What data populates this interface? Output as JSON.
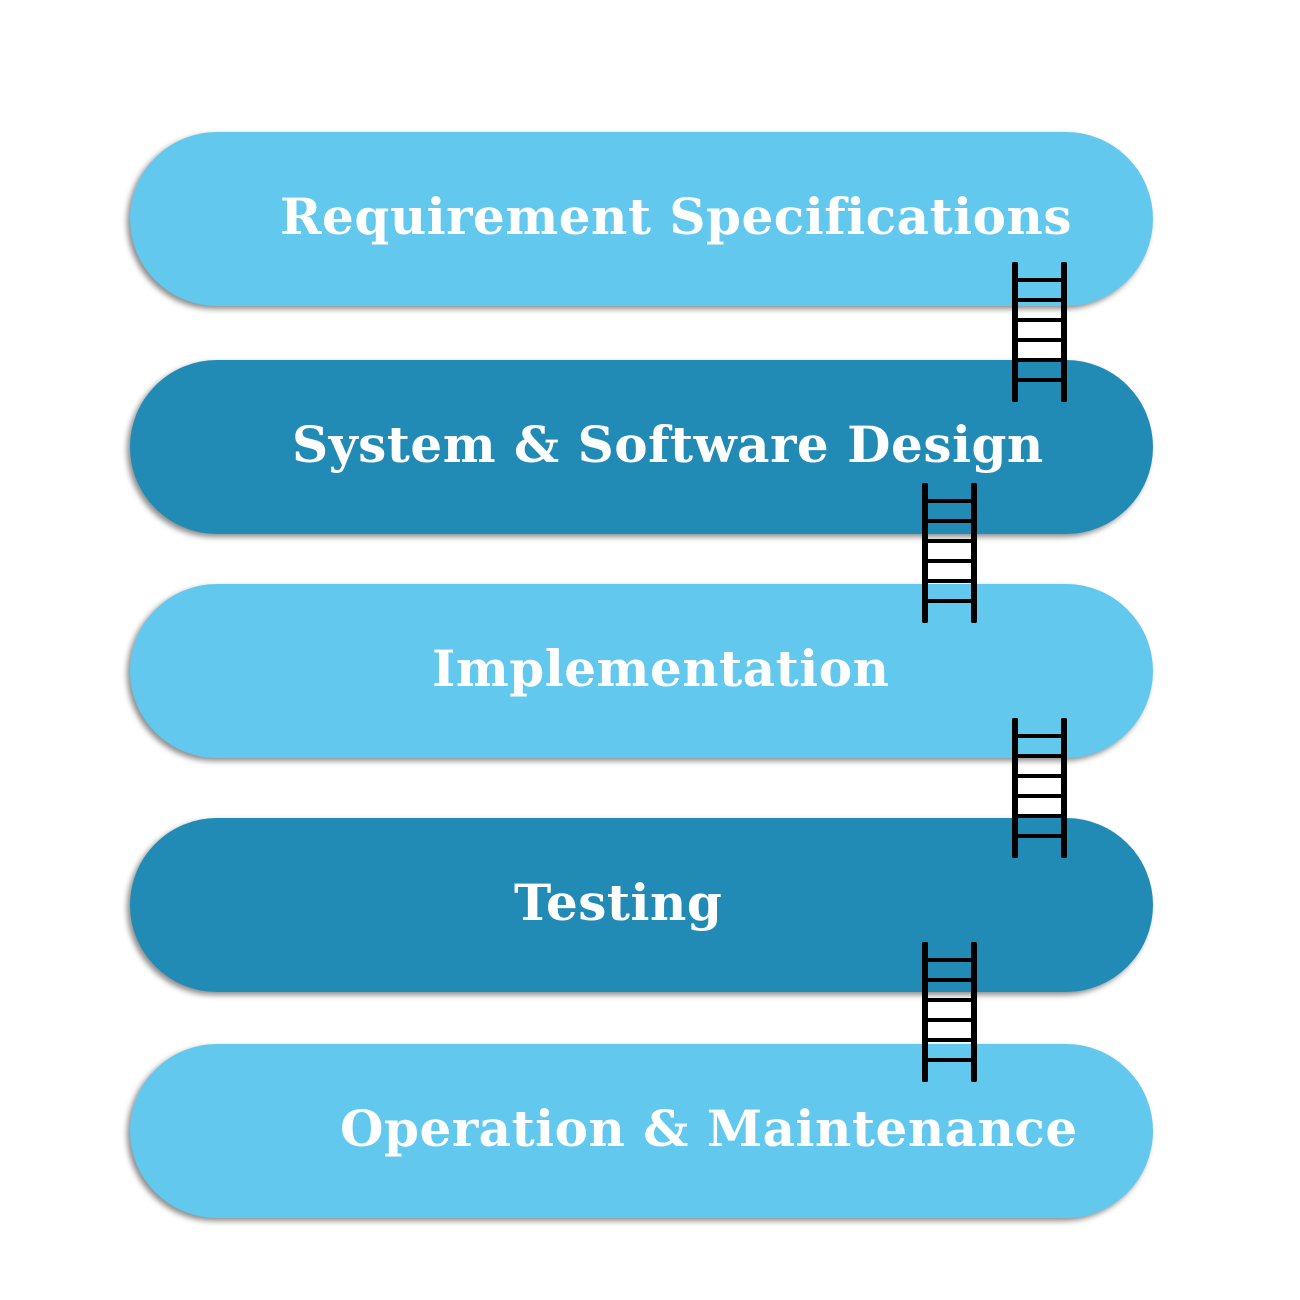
{
  "colors": {
    "light_stage": "#62c8ee",
    "dark_stage": "#228bb5",
    "label_text": "#ffffff",
    "ladder": "#000000"
  },
  "stages": [
    {
      "label": "Requirement Specifications",
      "tone": "light"
    },
    {
      "label": "System & Software Design",
      "tone": "dark"
    },
    {
      "label": "Implementation",
      "tone": "light"
    },
    {
      "label": "Testing",
      "tone": "dark"
    },
    {
      "label": "Operation & Maintenance",
      "tone": "light"
    }
  ],
  "connectors": [
    {
      "icon": "ladder-icon",
      "from": "Requirement Specifications",
      "to": "System & Software Design"
    },
    {
      "icon": "ladder-icon",
      "from": "System & Software Design",
      "to": "Implementation"
    },
    {
      "icon": "ladder-icon",
      "from": "Implementation",
      "to": "Testing"
    },
    {
      "icon": "ladder-icon",
      "from": "Testing",
      "to": "Operation & Maintenance"
    }
  ]
}
